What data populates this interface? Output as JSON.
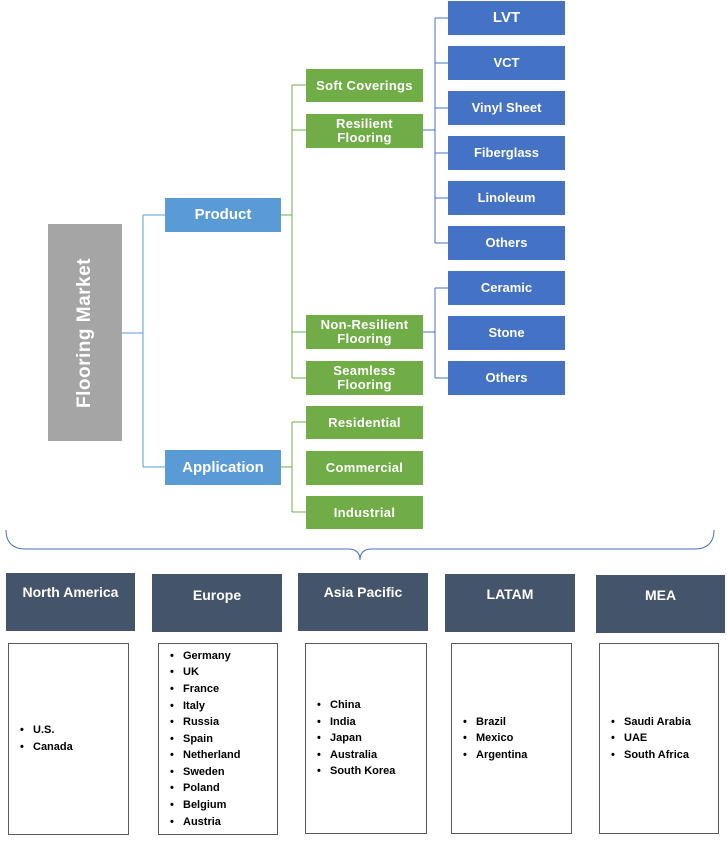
{
  "root": "Flooring Market",
  "product": {
    "label": "Product",
    "items": {
      "soft_coverings": "Soft Coverings",
      "resilient": "Resilient Flooring",
      "non_resilient": "Non-Resilient Flooring",
      "seamless": "Seamless Flooring"
    },
    "resilient_types": [
      "LVT",
      "VCT",
      "Vinyl Sheet",
      "Fiberglass",
      "Linoleum",
      "Others"
    ],
    "non_resilient_types": [
      "Ceramic",
      "Stone",
      "Others"
    ]
  },
  "application": {
    "label": "Application",
    "items": [
      "Residential",
      "Commercial",
      "Industrial"
    ]
  },
  "regions": [
    {
      "name": "North America",
      "countries": [
        "U.S.",
        "Canada"
      ]
    },
    {
      "name": "Europe",
      "countries": [
        "Germany",
        "UK",
        "France",
        "Italy",
        "Russia",
        "Spain",
        "Netherland",
        "Sweden",
        "Poland",
        "Belgium",
        "Austria"
      ]
    },
    {
      "name": "Asia Pacific",
      "countries": [
        "China",
        "India",
        "Japan",
        "Australia",
        "South Korea"
      ]
    },
    {
      "name": "LATAM",
      "countries": [
        "Brazil",
        "Mexico",
        "Argentina"
      ]
    },
    {
      "name": "MEA",
      "countries": [
        "Saudi Arabia",
        "UAE",
        "South Africa"
      ]
    }
  ],
  "colors": {
    "green": "#70ad47",
    "blue": "#4472c4",
    "light_blue": "#5b9bd5",
    "gray": "#a5a5a5",
    "slate": "#44546a",
    "connector": "#5b9bd5"
  }
}
